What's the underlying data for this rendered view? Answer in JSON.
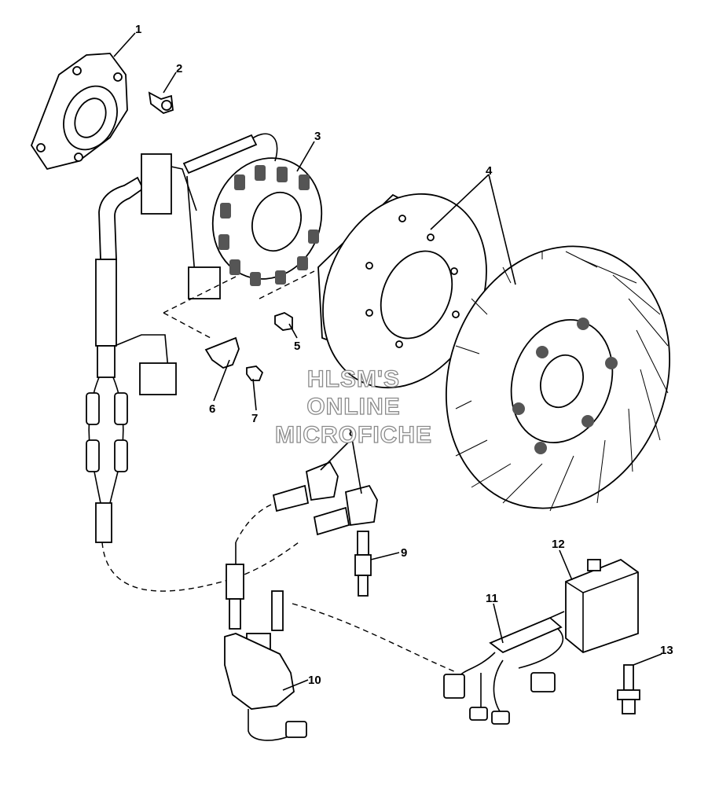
{
  "callouts": [
    {
      "id": "1",
      "label": "1"
    },
    {
      "id": "2",
      "label": "2"
    },
    {
      "id": "3",
      "label": "3"
    },
    {
      "id": "4",
      "label": "4"
    },
    {
      "id": "5",
      "label": "5"
    },
    {
      "id": "6",
      "label": "6"
    },
    {
      "id": "7",
      "label": "7"
    },
    {
      "id": "8",
      "label": "8"
    },
    {
      "id": "9",
      "label": "9"
    },
    {
      "id": "10",
      "label": "10"
    },
    {
      "id": "11",
      "label": "11"
    },
    {
      "id": "12",
      "label": "12"
    },
    {
      "id": "13",
      "label": "13"
    }
  ],
  "watermark": {
    "line1": "HLSM'S",
    "line2": "ONLINE",
    "line3": "MICROFICHE"
  }
}
